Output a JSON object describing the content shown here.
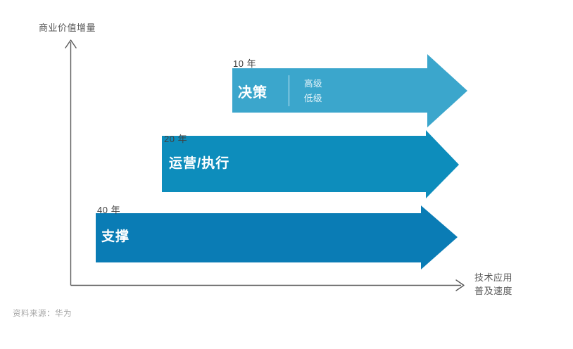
{
  "chart_data": {
    "type": "bar",
    "title": "",
    "xlabel": "技术应用\n普及速度",
    "ylabel": "商业价值增量",
    "categories": [
      "决策",
      "运营/执行",
      "支撑"
    ],
    "values": [
      10,
      20,
      40
    ],
    "value_unit": "年",
    "series": [
      {
        "name": "决策",
        "year_label": "10 年",
        "years": 10,
        "color": "#3ba6cc",
        "sub_labels": [
          "高级",
          "低级"
        ]
      },
      {
        "name": "运营/执行",
        "year_label": "20 年",
        "years": 20,
        "color": "#0d8dbc",
        "sub_labels": []
      },
      {
        "name": "支撑",
        "year_label": "40 年",
        "years": 40,
        "color": "#0a7cb5",
        "sub_labels": []
      }
    ],
    "grid": false,
    "legend": "none",
    "axis_color": "#595959",
    "note": "资料来源：华为"
  },
  "axes": {
    "y_title": "商业价值增量",
    "x_title_line1": "技术应用",
    "x_title_line2": "普及速度"
  },
  "arrows": [
    {
      "year": "10 年",
      "label": "决策",
      "sub_line1": "高级",
      "sub_line2": "低级",
      "color": "#3ba6cc"
    },
    {
      "year": "20 年",
      "label": "运营/执行",
      "sub_line1": "",
      "sub_line2": "",
      "color": "#0d8dbc"
    },
    {
      "year": "40 年",
      "label": "支撑",
      "sub_line1": "",
      "sub_line2": "",
      "color": "#0a7cb5"
    }
  ],
  "footer": {
    "source": "资料来源：华为"
  }
}
